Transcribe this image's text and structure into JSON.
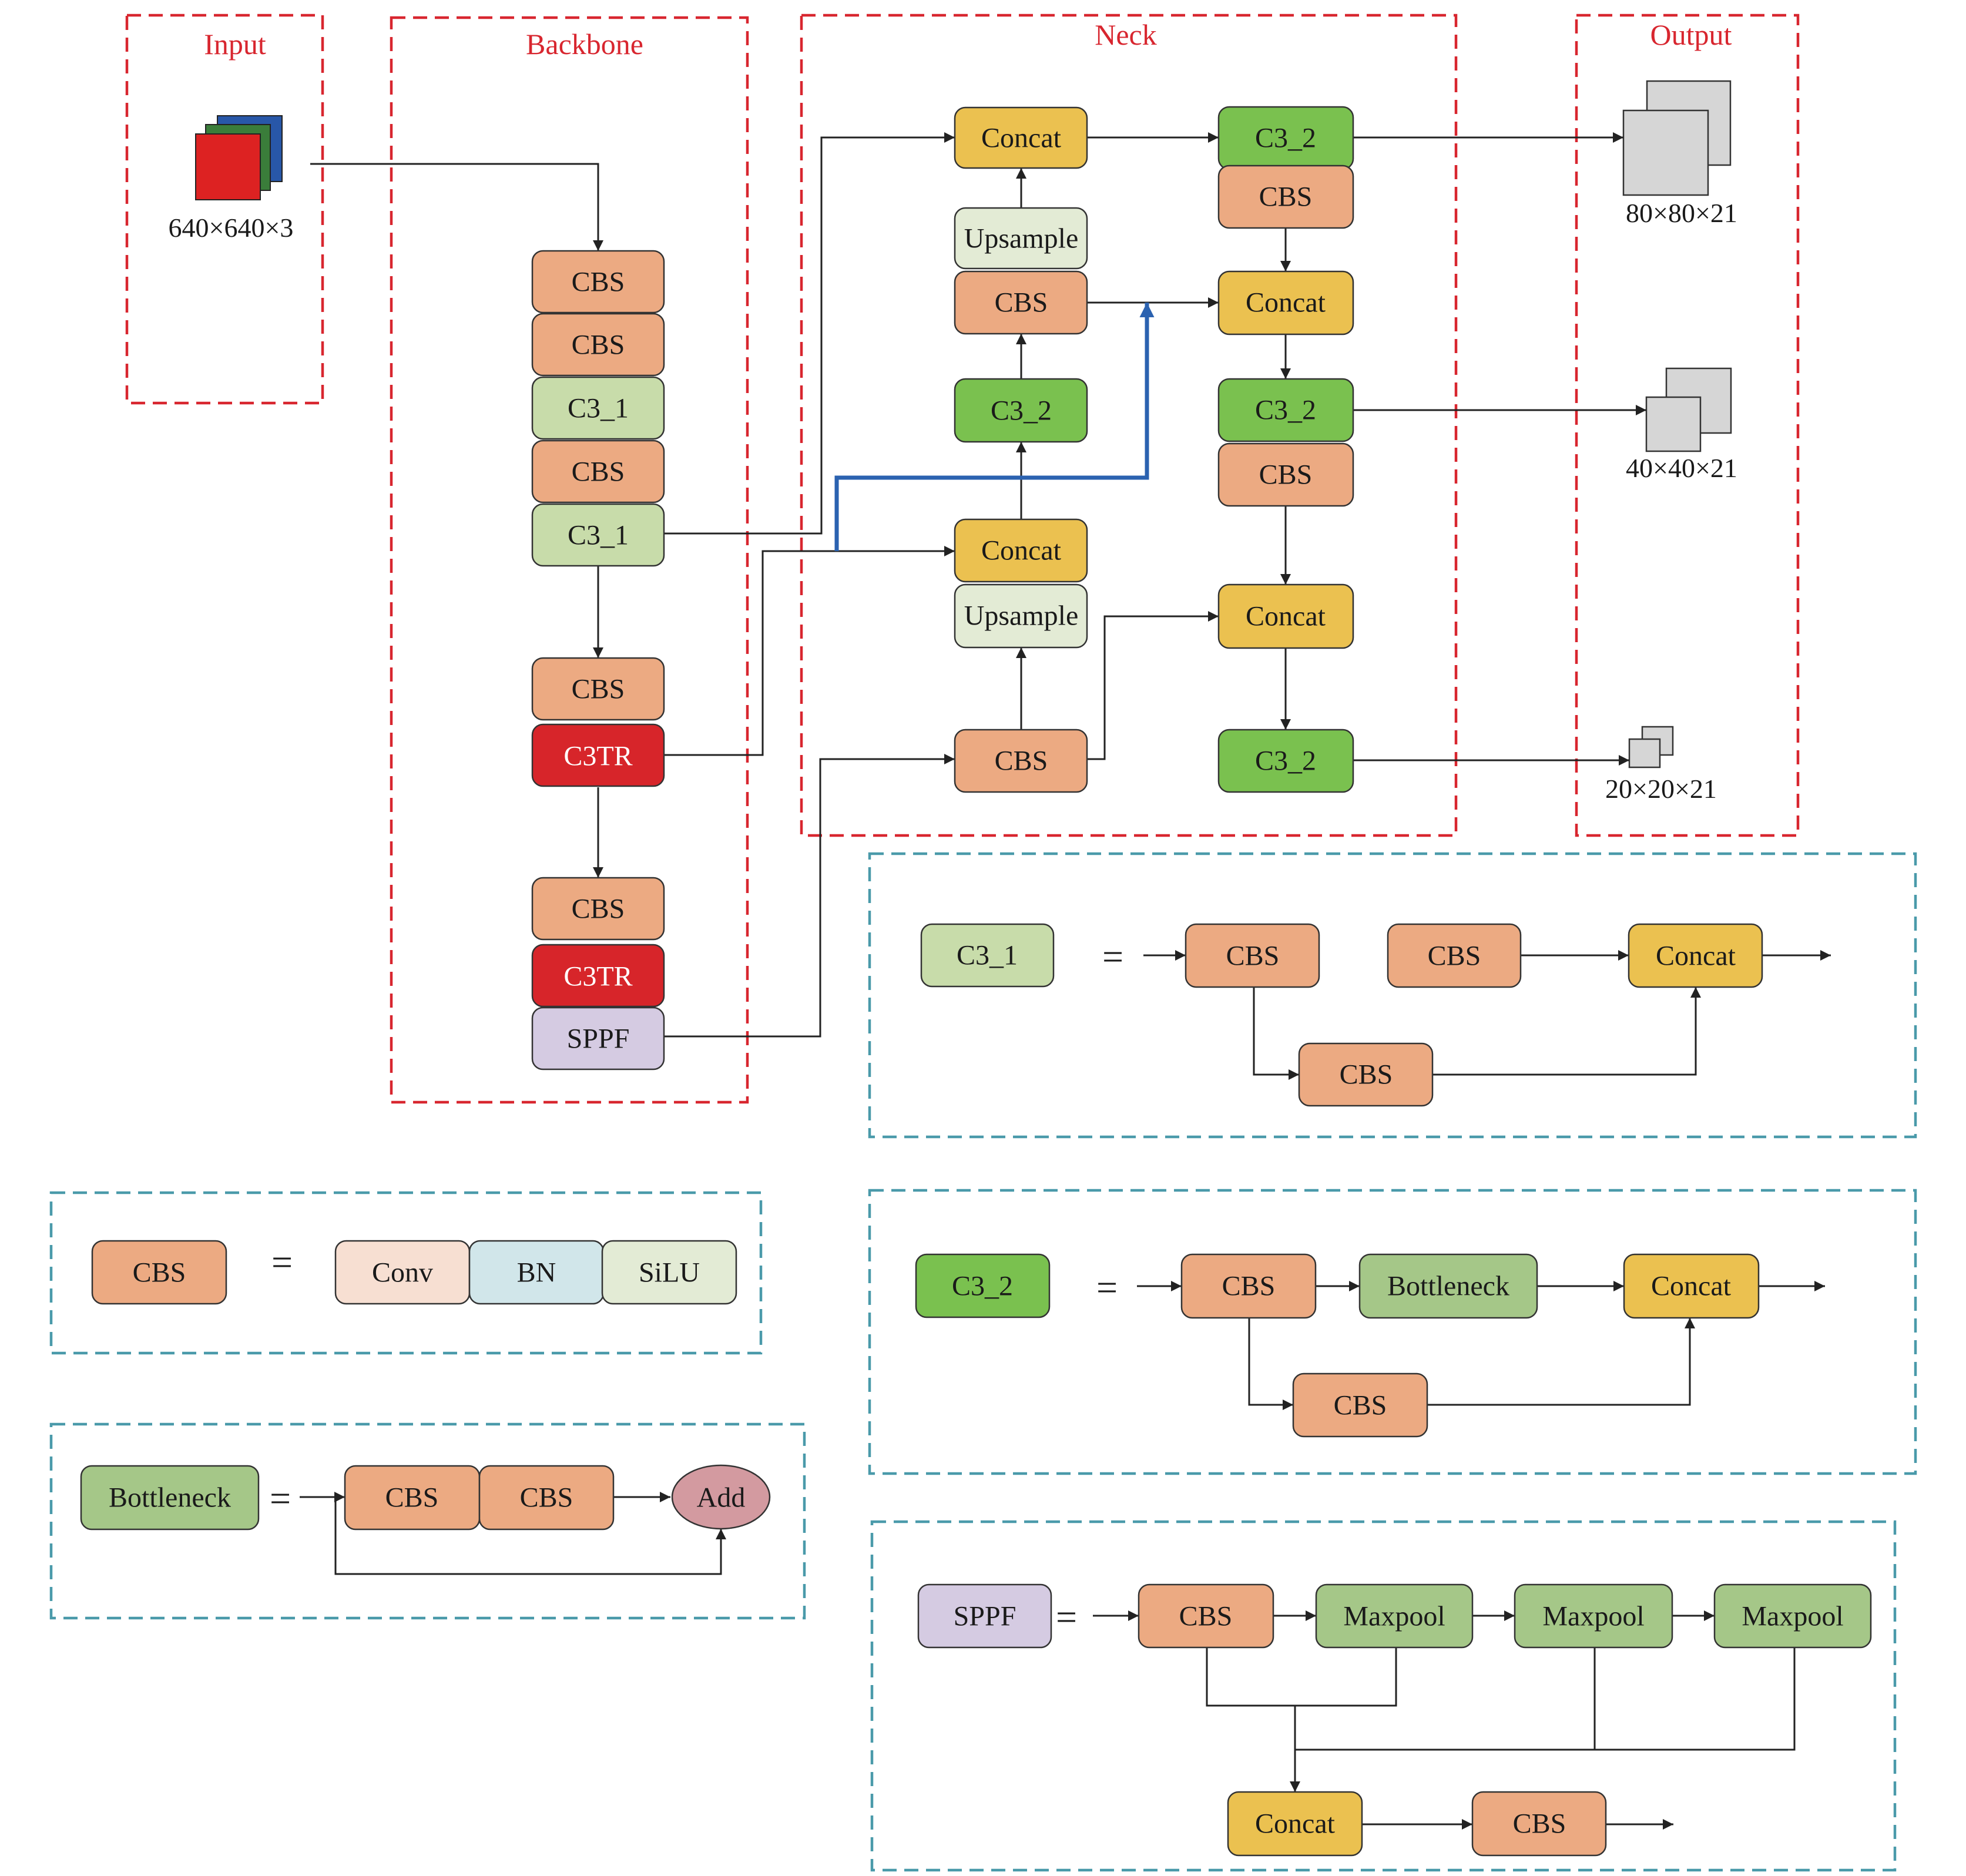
{
  "regions": {
    "input": "Input",
    "backbone": "Backbone",
    "neck": "Neck",
    "output": "Output"
  },
  "input_size": "640×640×3",
  "outputs": [
    "80×80×21",
    "40×40×21",
    "20×20×21"
  ],
  "equals_sign": "=",
  "colors": {
    "cbs": "#ecaa82",
    "c3_1": "#c8dcaa",
    "c3_2": "#7ac14f",
    "c3tr": "#d7252a",
    "sppf": "#d5cbe2",
    "concat": "#ebc150",
    "upsample": "#e3ebd5",
    "bottleneck": "#a5c788",
    "add": "#d39aa0",
    "conv": "#f7dfd2",
    "bn": "#d1e6ea",
    "silu": "#e3ebd5",
    "output_block": "#d6d6d6",
    "input_red": "#dd2222",
    "input_green": "#3a7d3a",
    "input_blue": "#2857a8",
    "region_red": "#d8262f",
    "region_teal": "#4a9aaa",
    "skip_arrow": "#2b62b0"
  },
  "backbone": {
    "cbs_1": "CBS",
    "cbs_2": "CBS",
    "c3_1_a": "C3_1",
    "cbs_3": "CBS",
    "c3_1_b": "C3_1",
    "cbs_4": "CBS",
    "c3tr_a": "C3TR",
    "cbs_5": "CBS",
    "c3tr_b": "C3TR",
    "sppf": "SPPF"
  },
  "neck": {
    "concat_top": "Concat",
    "upsample_top": "Upsample",
    "cbs_top": "CBS",
    "c3_2_mid": "C3_2",
    "concat_mid": "Concat",
    "upsample_mid": "Upsample",
    "cbs_bottom": "CBS",
    "c3_2_out_1": "C3_2",
    "cbs_right_1": "CBS",
    "concat_right_1": "Concat",
    "c3_2_out_2": "C3_2",
    "cbs_right_2": "CBS",
    "concat_right_2": "Concat",
    "c3_2_out_3": "C3_2"
  },
  "legend_c3_1": {
    "symbol": "C3_1",
    "cbs_a": "CBS",
    "cbs_b": "CBS",
    "concat": "Concat",
    "cbs_skip": "CBS"
  },
  "legend_c3_2": {
    "symbol": "C3_2",
    "cbs_a": "CBS",
    "bottleneck": "Bottleneck",
    "concat": "Concat",
    "cbs_skip": "CBS"
  },
  "legend_cbs": {
    "symbol": "CBS",
    "conv": "Conv",
    "bn": "BN",
    "silu": "SiLU"
  },
  "legend_bottleneck": {
    "symbol": "Bottleneck",
    "cbs_a": "CBS",
    "cbs_b": "CBS",
    "add": "Add"
  },
  "legend_sppf": {
    "symbol": "SPPF",
    "cbs_in": "CBS",
    "maxpool_1": "Maxpool",
    "maxpool_2": "Maxpool",
    "maxpool_3": "Maxpool",
    "concat": "Concat",
    "cbs_out": "CBS"
  }
}
